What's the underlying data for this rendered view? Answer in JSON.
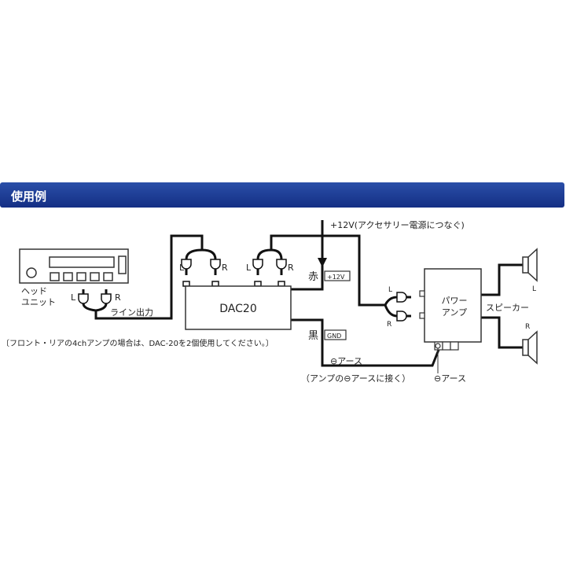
{
  "header": {
    "title": "使用例"
  },
  "head_unit": {
    "label_line1": "ヘッド",
    "label_line2": "ユニット",
    "left": "L",
    "right": "R"
  },
  "line_out": "ライン出力",
  "dac": {
    "label": "DAC20",
    "in_left": "L",
    "in_right": "R",
    "out_left": "L",
    "out_right": "R"
  },
  "power": {
    "label": "+12V(アクセサリー電源につなぐ)",
    "red": "赤",
    "red_terminal": "+12V",
    "black": "黒",
    "gnd_terminal": "GND"
  },
  "ground": {
    "label": "⊖アース",
    "note": "（アンプの⊖アースに接く）",
    "amp_ground": "⊖アース"
  },
  "amp": {
    "line1": "パワー",
    "line2": "アンプ",
    "in_left": "L",
    "in_right": "R"
  },
  "speakers": {
    "label": "スピーカー",
    "left": "L",
    "right": "R"
  },
  "note": "〔フロント・リアの4chアンプの場合は、DAC-20を2個使用してください。〕",
  "colors": {
    "header": "#1e3c94"
  }
}
